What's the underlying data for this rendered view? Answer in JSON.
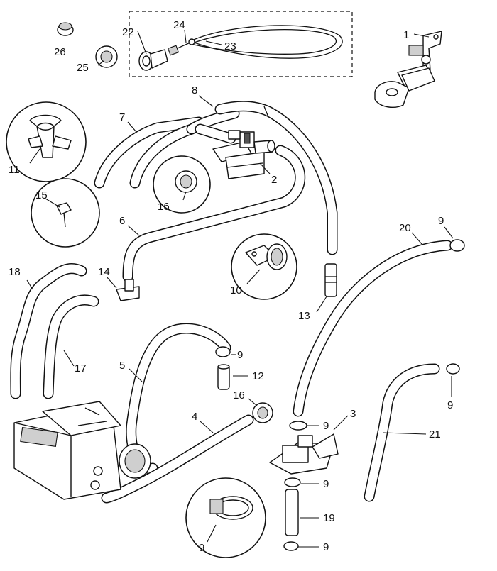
{
  "labels": {
    "l1": "1",
    "l2": "2",
    "l3": "3",
    "l4": "4",
    "l5": "5",
    "l6": "6",
    "l7": "7",
    "l8": "8",
    "l9a": "9",
    "l9b": "9",
    "l9c": "9",
    "l9d": "9",
    "l9e": "9",
    "l9f": "9",
    "l9g": "9",
    "l10": "10",
    "l11": "11",
    "l12": "12",
    "l13": "13",
    "l14": "14",
    "l15": "15",
    "l16a": "16",
    "l16b": "16",
    "l17": "17",
    "l18": "18",
    "l19": "19",
    "l20": "20",
    "l21": "21",
    "l22": "22",
    "l23": "23",
    "l24": "24",
    "l25": "25",
    "l26": "26"
  }
}
